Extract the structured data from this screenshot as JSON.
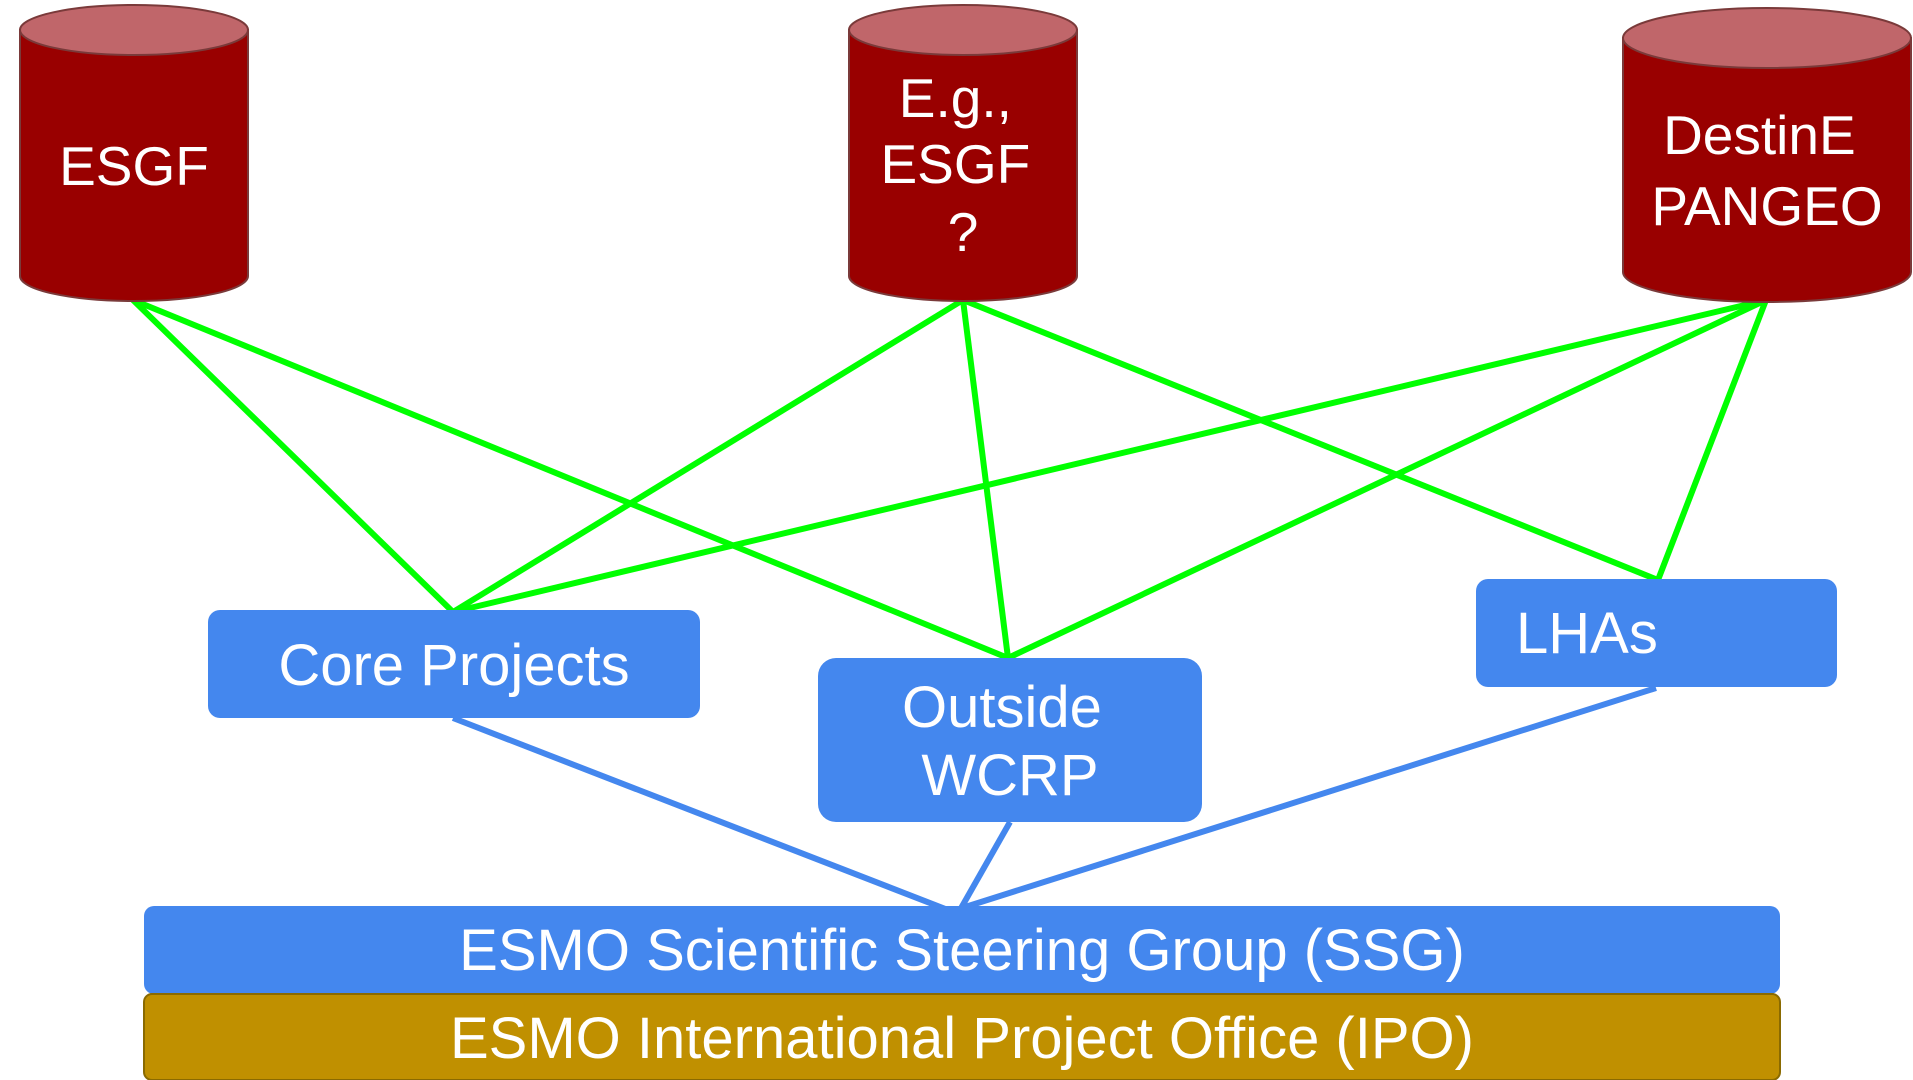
{
  "colors": {
    "db_top": "#C0666A",
    "db_body": "#990000",
    "box": "#4487EE",
    "ipo": "#C09000",
    "green_link": "#00FF00",
    "blue_link": "#4487EE"
  },
  "databases": [
    {
      "id": "esgf",
      "lines": [
        "ESGF"
      ]
    },
    {
      "id": "eg-esgf",
      "lines": [
        "E.g.,",
        "ESGF",
        "?"
      ]
    },
    {
      "id": "destine",
      "lines": [
        "DestinE",
        "PANGEO"
      ]
    }
  ],
  "groups": {
    "core_projects": {
      "lines": [
        "Core Projects"
      ]
    },
    "outside_wcrp": {
      "lines": [
        "Outside",
        "WCRP"
      ]
    },
    "lhas": {
      "lines": [
        "LHAs"
      ]
    }
  },
  "ssg": {
    "label": "ESMO Scientific Steering Group (SSG)"
  },
  "ipo": {
    "label": "ESMO International Project Office (IPO)"
  }
}
